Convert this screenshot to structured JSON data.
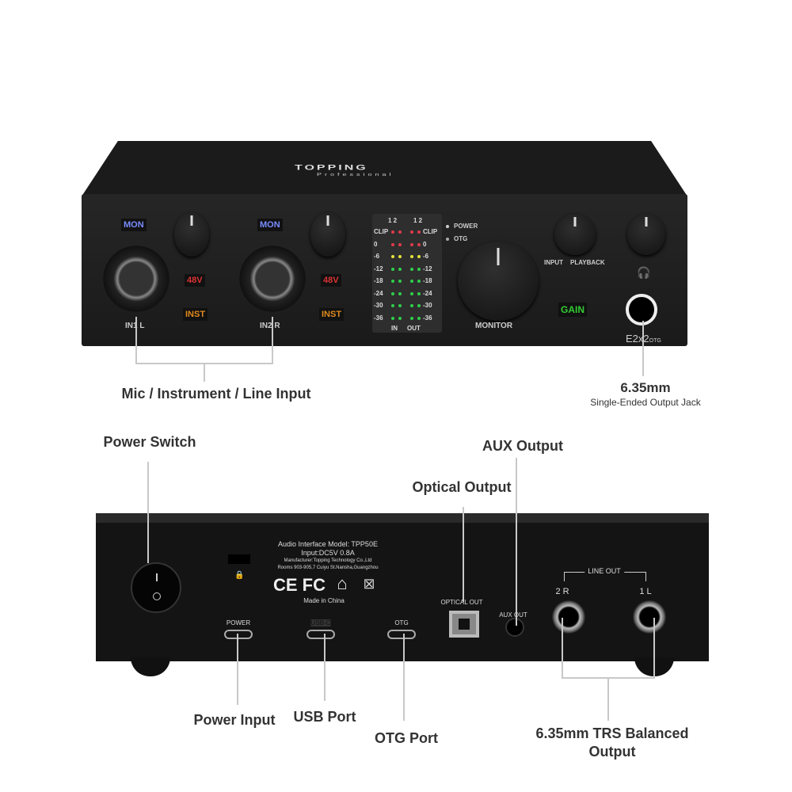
{
  "front": {
    "brand": "TOPPING",
    "brand_sub": "Professional",
    "model": "E2x2",
    "model_suffix": "OTG",
    "ch1": {
      "mon": "MON",
      "phantom": "48V",
      "inst": "INST",
      "label": "IN1 L"
    },
    "ch2": {
      "mon": "MON",
      "phantom": "48V",
      "inst": "INST",
      "label": "IN2 R"
    },
    "meter": {
      "channels": "1 2",
      "rows": [
        "CLIP",
        "0",
        "-6",
        "-12",
        "-18",
        "-24",
        "-30",
        "-36"
      ],
      "in": "IN",
      "out": "OUT"
    },
    "power": "POWER",
    "otg": "OTG",
    "monitor": "MONITOR",
    "input": "INPUT",
    "playback": "PLAYBACK",
    "gain": "GAIN"
  },
  "callouts_front": {
    "inputs": "Mic / Instrument / Line Input",
    "jack_title": "6.35mm",
    "jack_sub": "Single-Ended Output Jack"
  },
  "back": {
    "info": [
      "Audio Interface   Model: TPP50E",
      "Input:DC5V    0.8A",
      "Manufacturer:Topping Technology Co.,Ltd",
      "Rooms 903-905,7 Cuiyu St.Nansha,Guangzhou"
    ],
    "cert": "CE  FC",
    "made_in": "Made in China",
    "power_port": "POWER",
    "usb_port": "USB-C",
    "otg_port": "OTG",
    "optical": "OPTICAL OUT",
    "aux": "AUX OUT",
    "line_out": "LINE OUT",
    "ch2": "2 R",
    "ch1": "1 L"
  },
  "callouts_back": {
    "power_switch": "Power Switch",
    "aux": "AUX Output",
    "optical": "Optical Output",
    "power_input": "Power Input",
    "usb": "USB Port",
    "otg": "OTG Port",
    "trs": "6.35mm TRS Balanced Output"
  }
}
